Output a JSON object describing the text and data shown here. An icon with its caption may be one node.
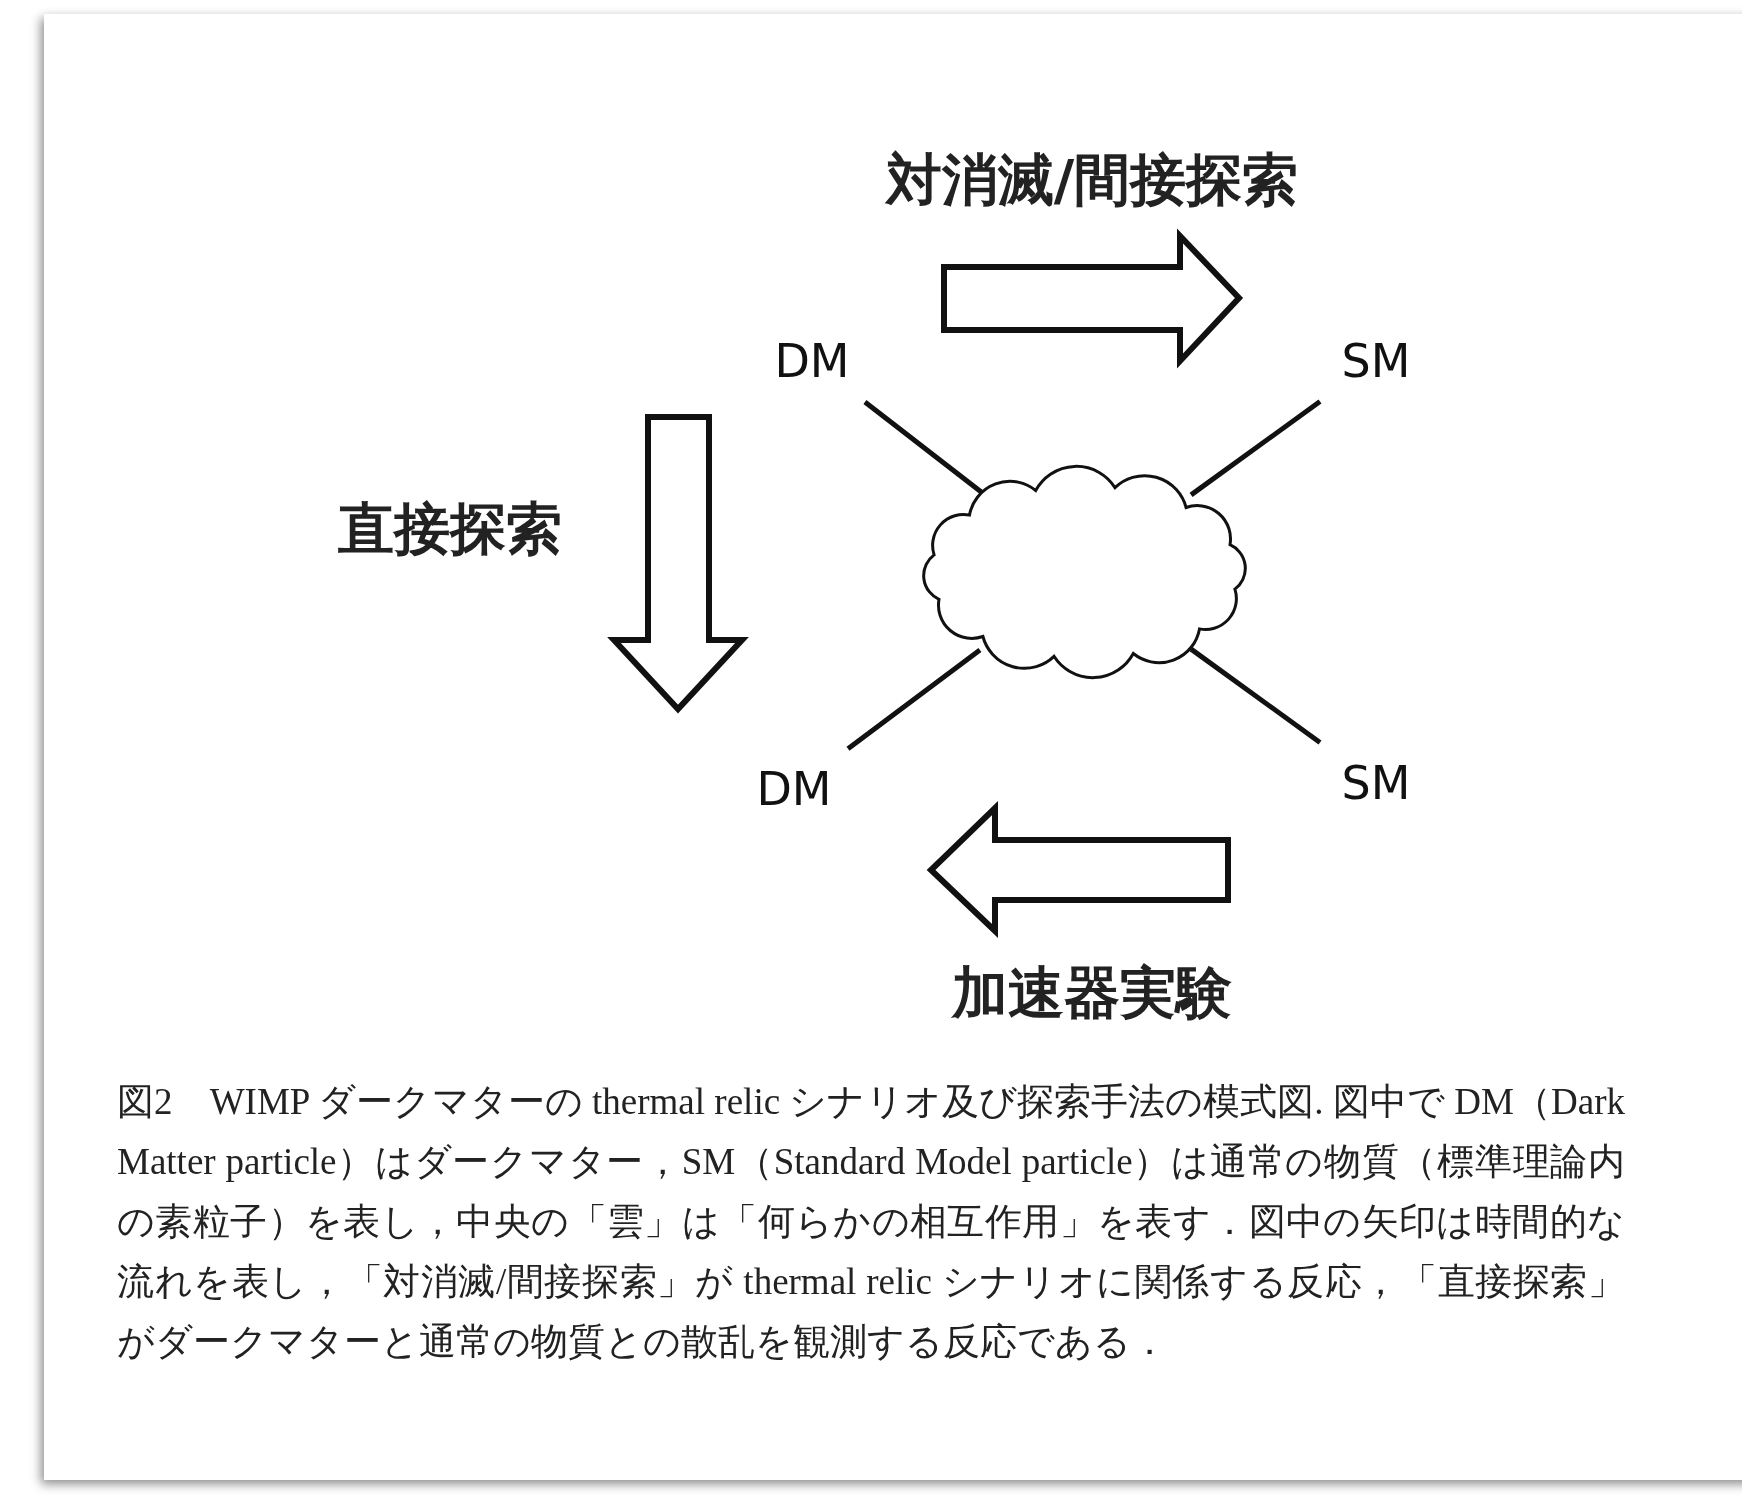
{
  "diagram": {
    "caption": "図2　WIMP ダークマターの thermal relic シナリオ及び探索手法の模式図. 図中で DM（Dark Matter particle）はダークマター，SM（Standard Model particle）は通常の物質（標準理論内の素粒子）を表し，中央の「雲」は「何らかの相互作用」を表す．図中の矢印は時間的な流れを表し，「対消滅/間接探索」が thermal relic シナリオに関係する反応，「直接探索」がダークマターと通常の物質との散乱を観測する反応である．",
    "nodes": [
      {
        "text": [
          "DM"
        ]
      },
      {
        "text": [
          "SM"
        ]
      },
      {
        "text": [],
        "shape": "cloud"
      },
      {
        "text": [
          "DM"
        ]
      },
      {
        "text": [
          "SM"
        ]
      }
    ],
    "edges": [
      {
        "from": 0,
        "to": 2,
        "arrow": "none"
      },
      {
        "from": 1,
        "to": 2,
        "arrow": "none"
      },
      {
        "from": 3,
        "to": 2,
        "arrow": "none"
      },
      {
        "from": 4,
        "to": 2,
        "arrow": "none"
      }
    ],
    "labels": [
      "対消滅/間接探索",
      "直接探索",
      "加速器実験"
    ]
  }
}
